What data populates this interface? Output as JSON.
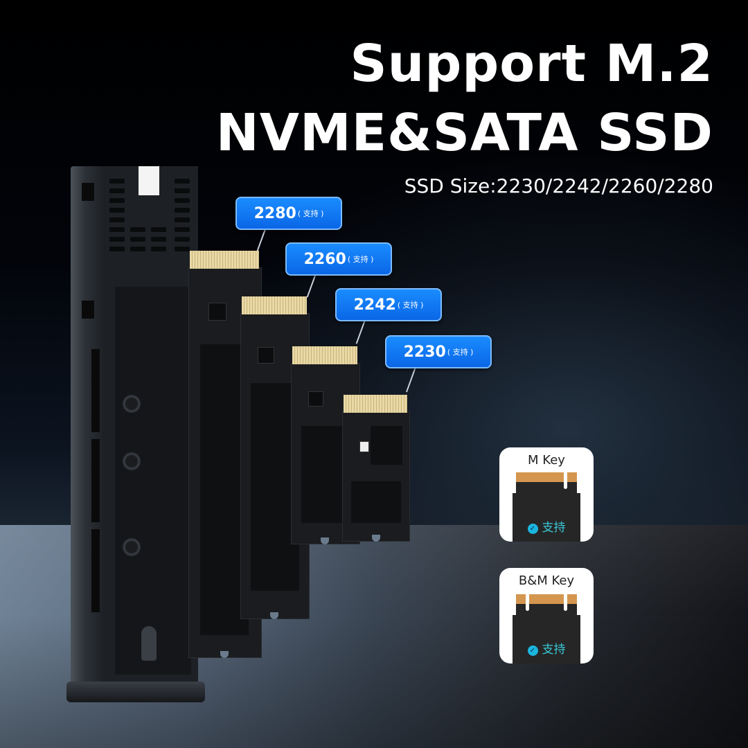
{
  "headline": {
    "line1": "Support M.2",
    "line2": "NVME&SATA SSD",
    "subtitle": "SSD Size:2230/2242/2260/2280"
  },
  "ssd_callouts": [
    {
      "size": "2280",
      "tag": "( 支持 )"
    },
    {
      "size": "2260",
      "tag": "( 支持 )"
    },
    {
      "size": "2242",
      "tag": "( 支持 )"
    },
    {
      "size": "2230",
      "tag": "( 支持 )"
    }
  ],
  "key_cards": [
    {
      "label": "M Key",
      "support": "支持",
      "check_icon": "✓"
    },
    {
      "label": "B&M Key",
      "support": "支持",
      "check_icon": "✓"
    }
  ],
  "colors": {
    "callout_blue": "#0a78f0",
    "support_cyan": "#3ac8d8",
    "gold_contact": "#d4964f"
  }
}
